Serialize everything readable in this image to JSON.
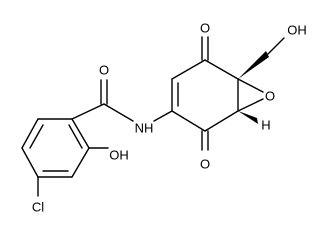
{
  "molecule": {
    "labels": {
      "amide_oxygen": "O",
      "amide_nh": "NH",
      "phenol_oh": "OH",
      "chlorine": "Cl",
      "ketone_top_oxygen": "O",
      "ketone_bottom_oxygen": "O",
      "epoxide_oxygen": "O",
      "hydroxymethyl_oh": "OH",
      "stereo_hydrogen": "H"
    }
  }
}
